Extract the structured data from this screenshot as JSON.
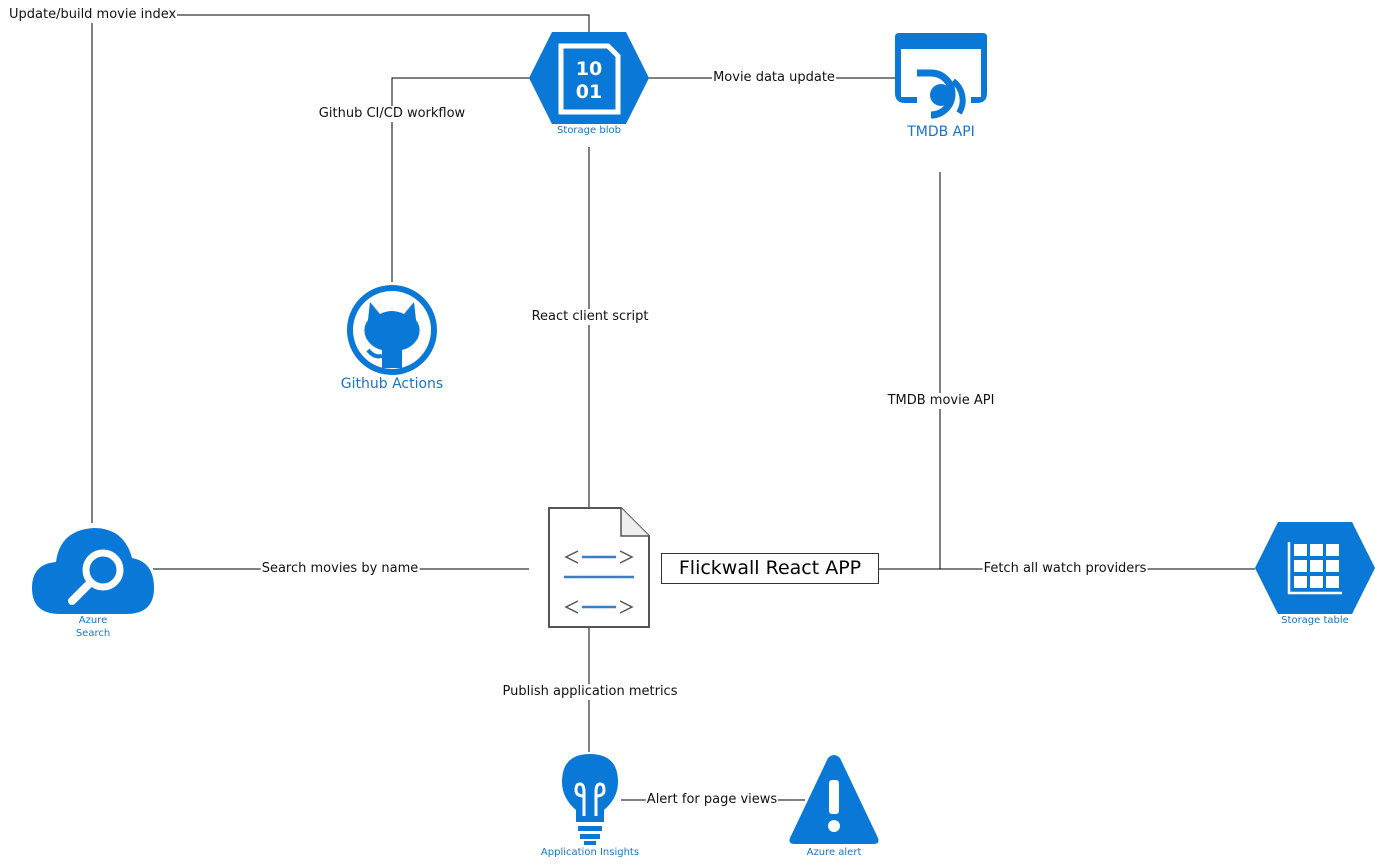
{
  "nodes": {
    "storage_blob": {
      "label": "Storage blob",
      "glyph_top": "10",
      "glyph_bottom": "01"
    },
    "tmdb_api": {
      "label": "TMDB API"
    },
    "github_actions": {
      "label": "Github Actions"
    },
    "azure_search": {
      "label_line1": "Azure",
      "label_line2": "Search"
    },
    "app": {
      "label": "Flickwall React APP"
    },
    "storage_table": {
      "label": "Storage table"
    },
    "app_insights": {
      "label": "Application Insights"
    },
    "azure_alert": {
      "label": "Azure alert"
    }
  },
  "edges": {
    "update_index": "Update/build movie index",
    "github_cicd": "Github CI/CD workflow",
    "movie_data_update": "Movie data update",
    "react_client_script": "React client script",
    "tmdb_movie_api": "TMDB movie API",
    "search_movies": "Search movies by name",
    "fetch_providers": "Fetch all watch providers",
    "publish_metrics": "Publish application metrics",
    "alert_page_views": "Alert for page views"
  },
  "colors": {
    "azure_blue": "#0a78d7",
    "line": "#000000",
    "text": "#111111"
  }
}
